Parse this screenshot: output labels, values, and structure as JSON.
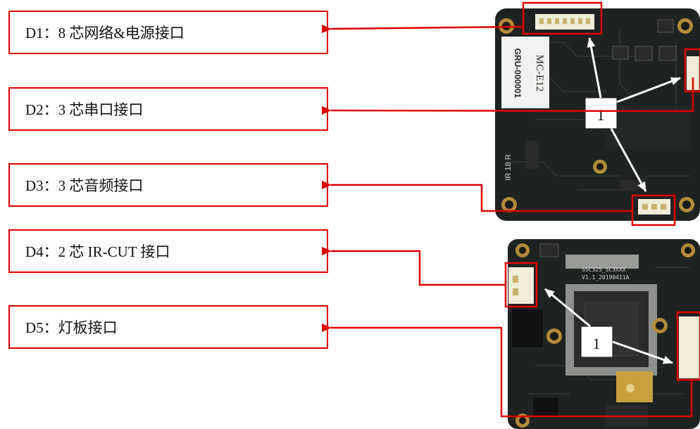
{
  "labels": {
    "d1": "D1：8 芯网络&电源接口",
    "d2": "D2：3 芯串口接口",
    "d3": "D3：3 芯音频接口",
    "d4": "D4：2 芯 IR-CUT 接口",
    "d5": "D5：灯板接口"
  },
  "board_top": {
    "model": "MC-E12",
    "serial": "GRU-000001",
    "silk_ir": "IR 18 R",
    "pin_label": "1"
  },
  "board_bottom": {
    "chip_line1": "SSC325_SC3XXX",
    "chip_line2": "V1.1_20190411A",
    "pin_label": "1"
  },
  "colors": {
    "line": "#e00000",
    "pin_arrow": "#ffffff",
    "pcb": "#1e2220"
  }
}
